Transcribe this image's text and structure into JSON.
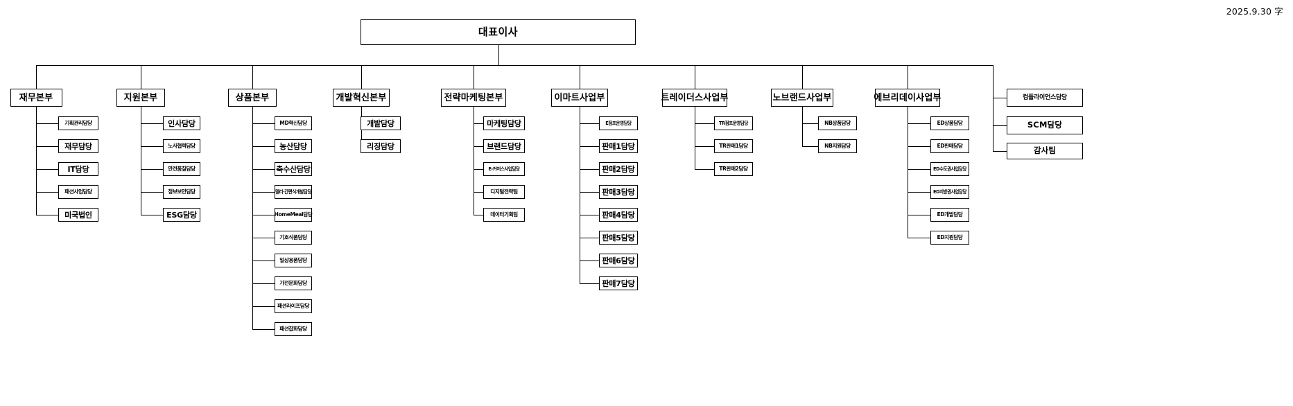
{
  "meta": {
    "date_label": "2025.9.30 字",
    "chart_title": "대표이사"
  },
  "root": {
    "label": "대표이사"
  },
  "divisions": [
    {
      "id": "finance",
      "label": "재무본부",
      "children": [
        {
          "label": "기획관리담당",
          "size": "small"
        },
        {
          "label": "재무담당",
          "size": "normal"
        },
        {
          "label": "IT담당",
          "size": "normal"
        },
        {
          "label": "패션사업담당",
          "size": "small"
        },
        {
          "label": "미국법인",
          "size": "normal"
        }
      ]
    },
    {
      "id": "support",
      "label": "지원본부",
      "children": [
        {
          "label": "인사담당",
          "size": "normal"
        },
        {
          "label": "노사협력담당",
          "size": "small"
        },
        {
          "label": "안전품질담당",
          "size": "small"
        },
        {
          "label": "정보보안담당",
          "size": "small"
        },
        {
          "label": "ESG담당",
          "size": "normal"
        }
      ]
    },
    {
      "id": "merchandise",
      "label": "상품본부",
      "children": [
        {
          "label": "MD혁신담당",
          "size": "small"
        },
        {
          "label": "농산담당",
          "size": "normal"
        },
        {
          "label": "축수산담당",
          "size": "normal"
        },
        {
          "label": "델리·간편식개발담당",
          "size": "tiny"
        },
        {
          "label": "HomeMeal담당",
          "size": "small"
        },
        {
          "label": "기호식품담당",
          "size": "small"
        },
        {
          "label": "일상용품담당",
          "size": "small"
        },
        {
          "label": "가전문화담당",
          "size": "small"
        },
        {
          "label": "패션라이프담당",
          "size": "small"
        },
        {
          "label": "패션잡화담당",
          "size": "small"
        }
      ]
    },
    {
      "id": "devinnovation",
      "label": "개발혁신본부",
      "children": [
        {
          "label": "개발담당",
          "size": "normal"
        },
        {
          "label": "리징담당",
          "size": "normal"
        }
      ]
    },
    {
      "id": "strategicmarketing",
      "label": "전략마케팅본부",
      "children": [
        {
          "label": "마케팅담당",
          "size": "normal"
        },
        {
          "label": "브랜드담당",
          "size": "normal"
        },
        {
          "label": "E-커머스사업담당",
          "size": "tiny"
        },
        {
          "label": "디지털전략팀",
          "size": "small"
        },
        {
          "label": "데이터기획팀",
          "size": "small"
        }
      ]
    },
    {
      "id": "emart",
      "label": "이마트사업부",
      "children": [
        {
          "label": "E점포운영담당",
          "size": "tiny"
        },
        {
          "label": "판매1담당",
          "size": "normal"
        },
        {
          "label": "판매2담당",
          "size": "normal"
        },
        {
          "label": "판매3담당",
          "size": "normal"
        },
        {
          "label": "판매4담당",
          "size": "normal"
        },
        {
          "label": "판매5담당",
          "size": "normal"
        },
        {
          "label": "판매6담당",
          "size": "normal"
        },
        {
          "label": "판매7담당",
          "size": "normal"
        }
      ]
    },
    {
      "id": "traders",
      "label": "트레이더스사업부",
      "children": [
        {
          "label": "TR점포운영담당",
          "size": "tiny"
        },
        {
          "label": "TR판매1담당",
          "size": "small"
        },
        {
          "label": "TR판매2담당",
          "size": "small"
        }
      ]
    },
    {
      "id": "nobrand",
      "label": "노브랜드사업부",
      "children": [
        {
          "label": "NB상품담당",
          "size": "small"
        },
        {
          "label": "NB지원담당",
          "size": "small"
        }
      ]
    },
    {
      "id": "everyday",
      "label": "에브리데이사업부",
      "children": [
        {
          "label": "ED상품담당",
          "size": "small"
        },
        {
          "label": "ED판매담당",
          "size": "small"
        },
        {
          "label": "ED수도권사업담당",
          "size": "tiny"
        },
        {
          "label": "ED지방권사업담당",
          "size": "tiny"
        },
        {
          "label": "ED개발담당",
          "size": "small"
        },
        {
          "label": "ED지원담당",
          "size": "small"
        }
      ]
    }
  ],
  "right_column": {
    "compliance": {
      "label": "컴플라이언스담당"
    },
    "scm": {
      "label": "SCM담당"
    },
    "audit": {
      "label": "감사팀"
    }
  }
}
